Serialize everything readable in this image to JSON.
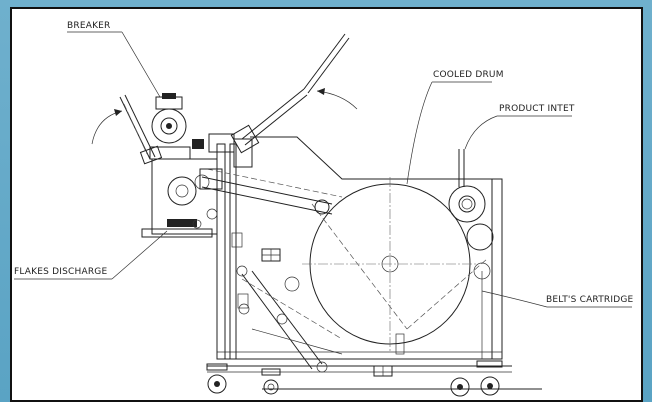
{
  "drawing": {
    "labels": {
      "breaker": "BREAKER",
      "cooled_drum": "COOLED DRUM",
      "product_inlet": "PRODUCT INTET",
      "flakes_discharge": "FLAKES DISCHARGE",
      "belts_cartridge": "BELT'S CARTRIDGE"
    }
  }
}
